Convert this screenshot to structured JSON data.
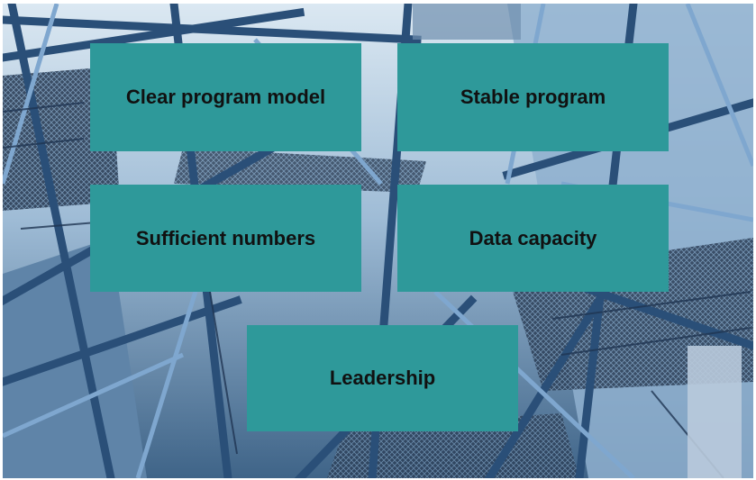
{
  "boxes": [
    {
      "label": "Clear program model"
    },
    {
      "label": "Stable program"
    },
    {
      "label": "Sufficient numbers"
    },
    {
      "label": "Data capacity"
    },
    {
      "label": "Leadership"
    }
  ],
  "colors": {
    "box_fill": "#2e999a",
    "box_text": "#111111",
    "sky": "#c9dbea",
    "steel_dark": "#2a4f78",
    "steel_light": "#7fa7cf"
  },
  "background_image": {
    "icon": "steel-structure-photo"
  }
}
